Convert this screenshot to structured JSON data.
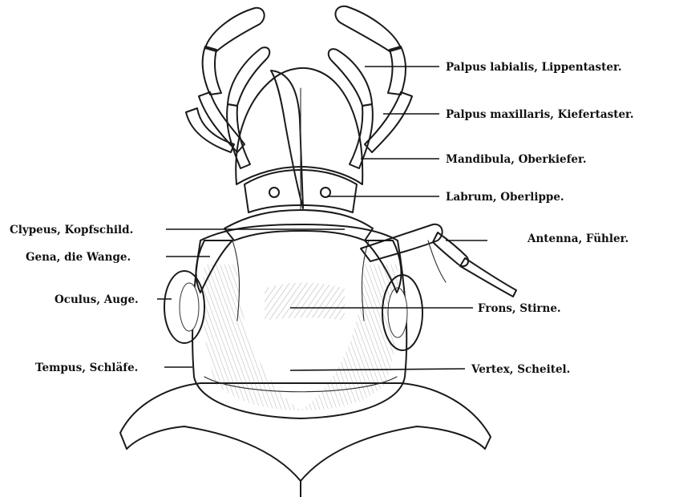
{
  "labels": {
    "palpus_labialis": "Palpus labialis, Lippentaster.",
    "palpus_maxillaris": "Palpus maxillaris, Kiefertaster.",
    "mandibula": "Mandibula, Oberkiefer.",
    "labrum": "Labrum, Oberlippe.",
    "clypeus": "Clypeus, Kopfschild.",
    "antenna": "Antenna, Fühler.",
    "gena": "Gena, die Wange.",
    "oculus": "Oculus, Auge.",
    "frons": "Frons, Stirne.",
    "tempus": "Tempus, Schläfe.",
    "vertex": "Vertex, Scheitel."
  },
  "colors": {
    "ink": "#111111",
    "paper": "#ffffff"
  }
}
